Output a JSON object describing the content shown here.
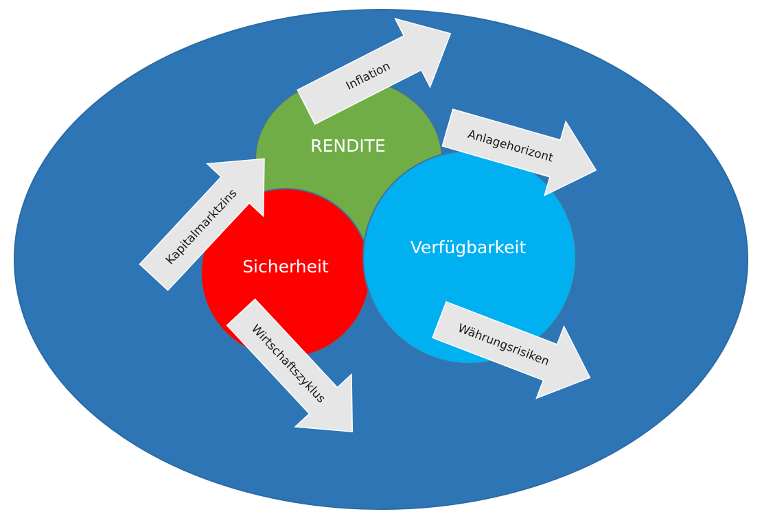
{
  "colors": {
    "background_ellipse": "#2E75B6",
    "rendite": "#70AD47",
    "sicherheit": "#FF0000",
    "verfuegbarkeit": "#00B0F0",
    "arrow_fill": "#E7E6E6",
    "outline": "#41719C"
  },
  "circles": {
    "rendite": "RENDITE",
    "sicherheit": "Sicherheit",
    "verfuegbarkeit": "Verfügbarkeit"
  },
  "arrows": [
    {
      "id": "inflation",
      "label": "Inflation"
    },
    {
      "id": "anlagehorizont",
      "label": "Anlagehorizont"
    },
    {
      "id": "kapitalmarktzins",
      "label": "Kapitalmarktzins"
    },
    {
      "id": "wirtschaftszyklus",
      "label": "Wirtschaftszyklus"
    },
    {
      "id": "waehrungsrisiken",
      "label": "Währungsrisiken"
    }
  ]
}
